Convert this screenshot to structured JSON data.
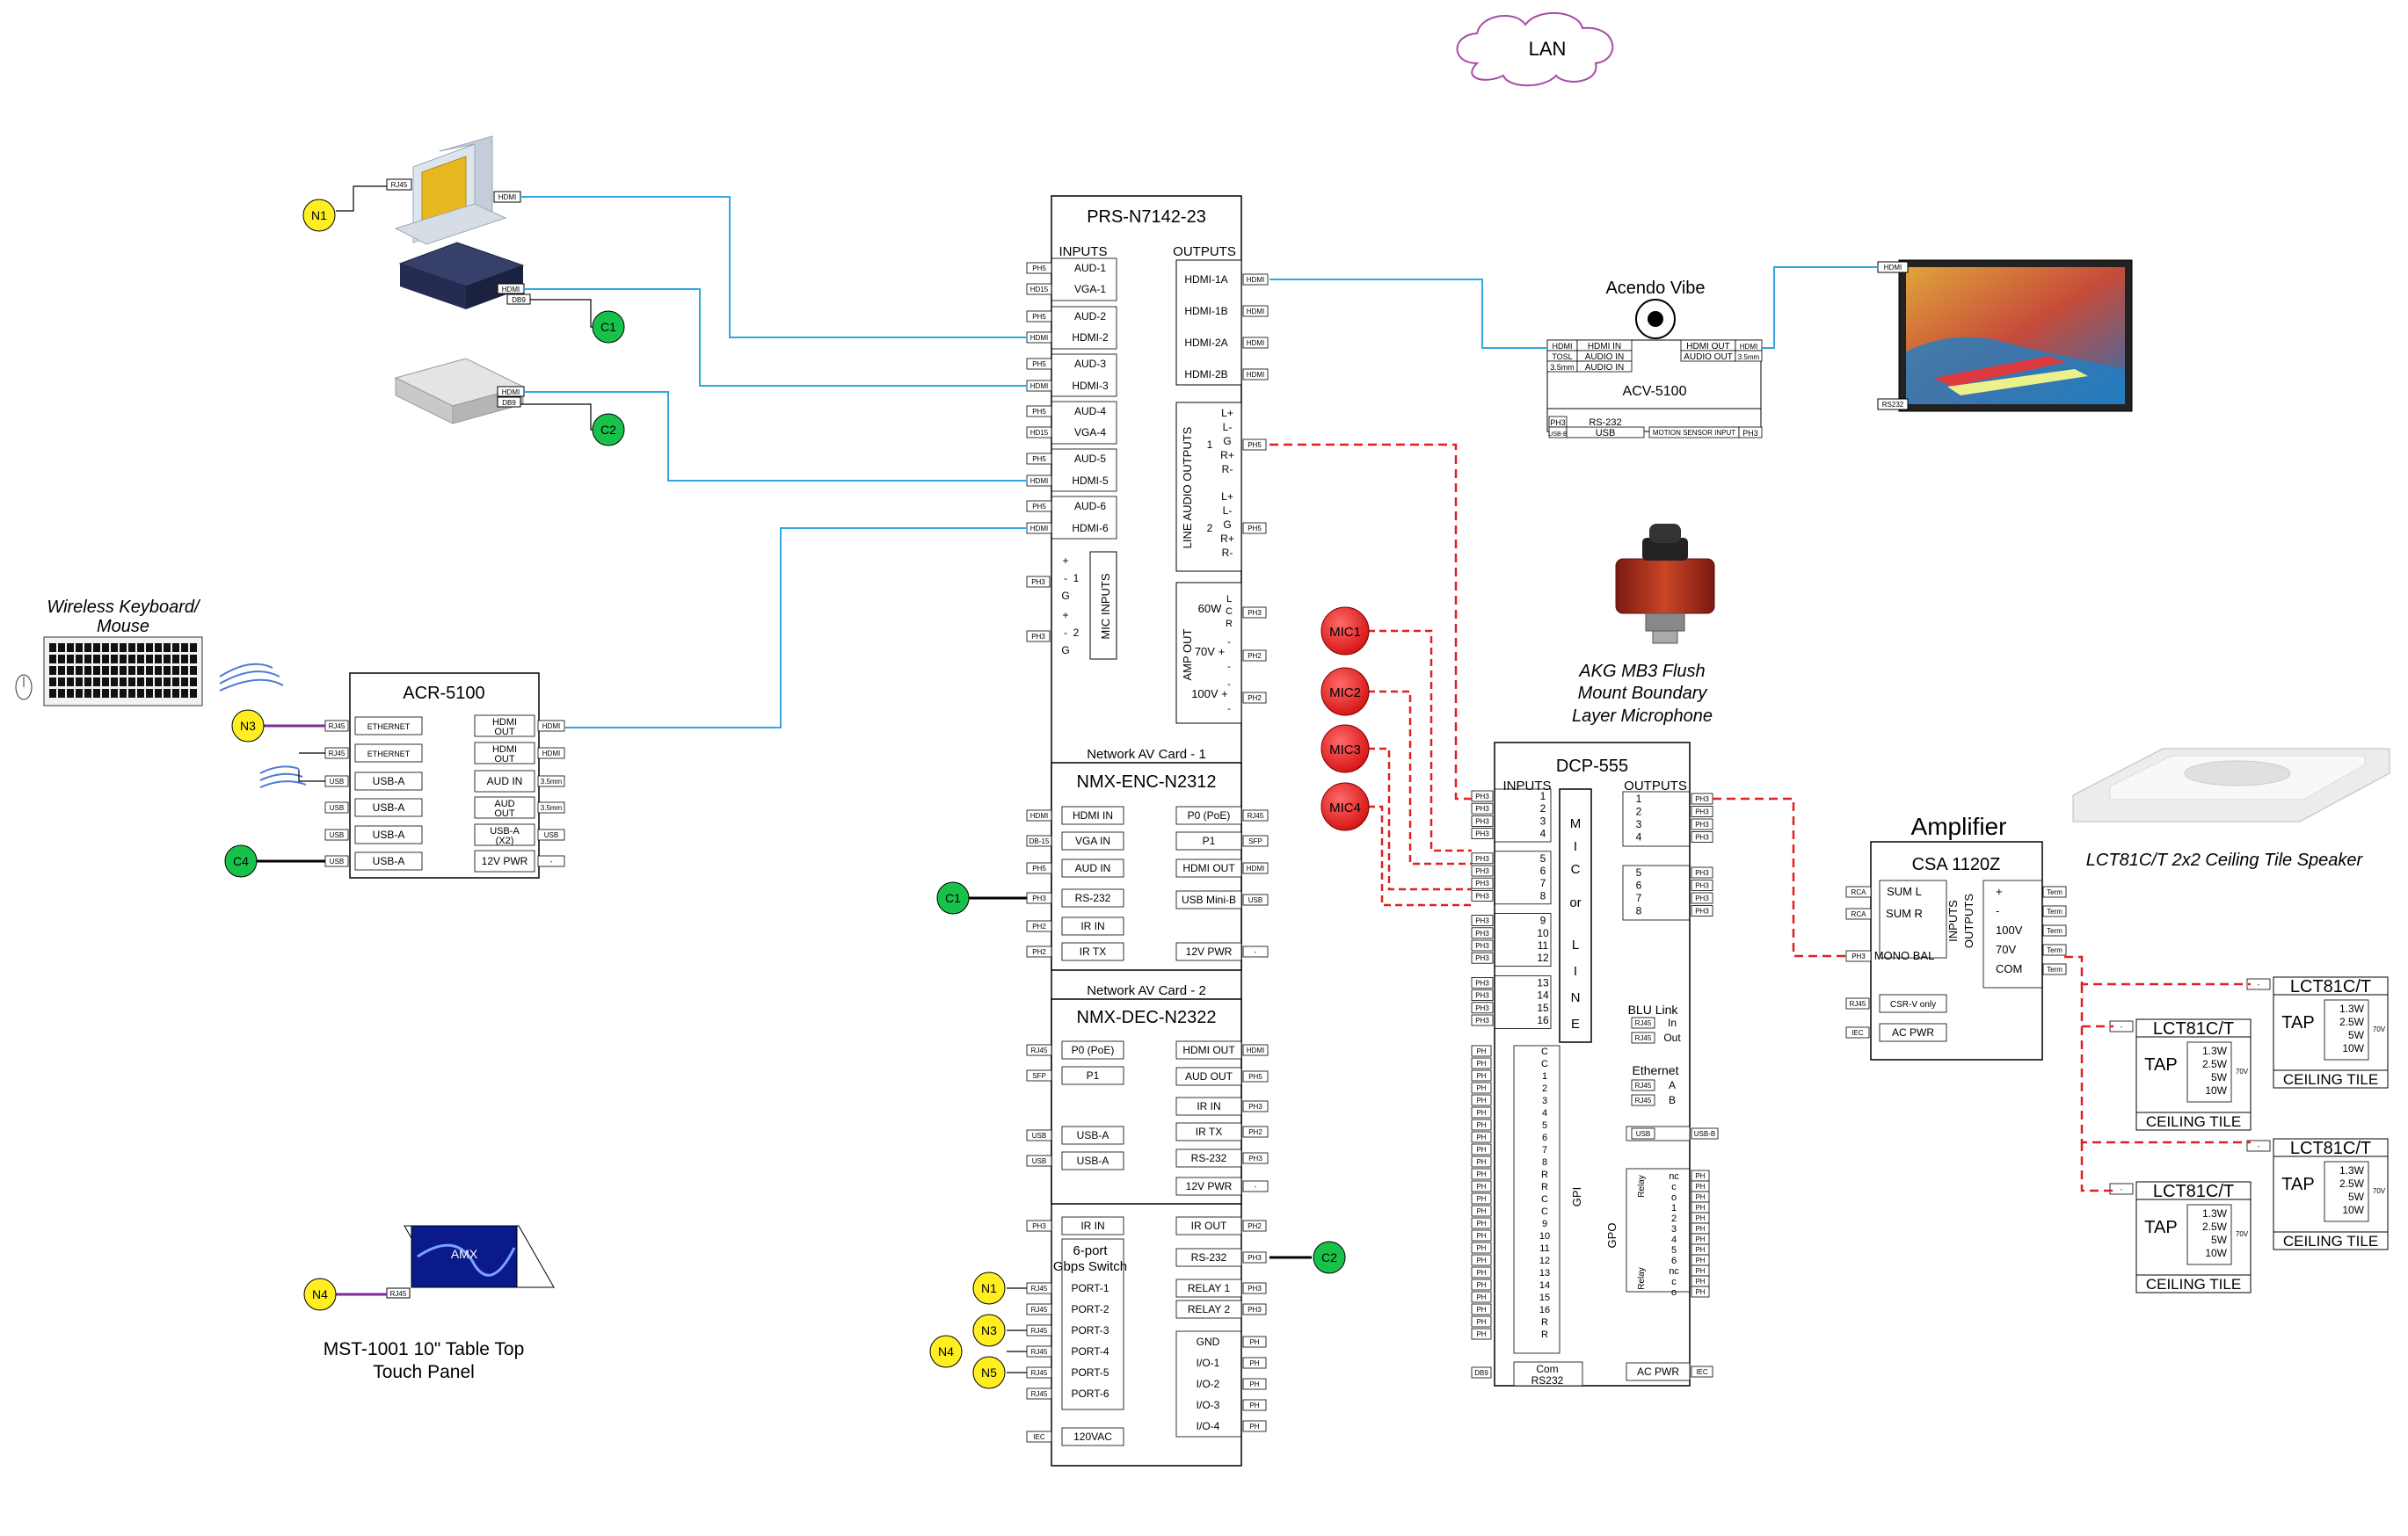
{
  "title_cloud": "LAN",
  "prs": {
    "name": "PRS-N7142-23",
    "inputs_label": "INPUTS",
    "outputs_label": "OUTPUTS",
    "inputs": [
      {
        "conn": "PH5",
        "label": "AUD-1"
      },
      {
        "conn": "HD15",
        "label": "VGA-1"
      },
      {
        "conn": "PH5",
        "label": "AUD-2"
      },
      {
        "conn": "HDMI",
        "label": "HDMI-2"
      },
      {
        "conn": "PH5",
        "label": "AUD-3"
      },
      {
        "conn": "HDMI",
        "label": "HDMI-3"
      },
      {
        "conn": "PH5",
        "label": "AUD-4"
      },
      {
        "conn": "HD15",
        "label": "VGA-4"
      },
      {
        "conn": "PH5",
        "label": "AUD-5"
      },
      {
        "conn": "HDMI",
        "label": "HDMI-5"
      },
      {
        "conn": "PH5",
        "label": "AUD-6"
      },
      {
        "conn": "HDMI",
        "label": "HDMI-6"
      }
    ],
    "outputs": [
      {
        "conn": "HDMI",
        "label": "HDMI-1A"
      },
      {
        "conn": "HDMI",
        "label": "HDMI-1B"
      },
      {
        "conn": "HDMI",
        "label": "HDMI-2A"
      },
      {
        "conn": "HDMI",
        "label": "HDMI-2B"
      }
    ],
    "line_audio_label": "LINE AUDIO OUTPUTS",
    "line_pins": [
      "L+",
      "L-",
      "G",
      "R+",
      "R-"
    ],
    "line_groups": [
      "1",
      "2"
    ],
    "amp_out_label": "AMP OUT",
    "amp_rows": [
      {
        "label": "60W",
        "pins": "L C R",
        "conn": "PH3"
      },
      {
        "label": "70V +",
        "pins": "-",
        "conn": "PH2"
      },
      {
        "label": "100V +",
        "pins": "-",
        "conn": "PH2"
      }
    ],
    "mic_inputs_label": "MIC INPUTS",
    "mic_rows": [
      {
        "conn": "PH3",
        "pins": "+ - G",
        "num": "1"
      },
      {
        "conn": "PH3",
        "pins": "+ - G",
        "num": "2"
      }
    ]
  },
  "enc": {
    "card_label": "Network AV Card - 1",
    "name": "NMX-ENC-N2312",
    "left": [
      {
        "conn": "HDMI",
        "label": "HDMI IN"
      },
      {
        "conn": "DB-15",
        "label": "VGA IN"
      },
      {
        "conn": "PH5",
        "label": "AUD IN"
      },
      {
        "conn": "PH3",
        "label": "RS-232"
      },
      {
        "conn": "PH2",
        "label": "IR IN"
      },
      {
        "conn": "PH2",
        "label": "IR TX"
      }
    ],
    "right": [
      {
        "conn": "RJ45",
        "label": "P0 (PoE)"
      },
      {
        "conn": "SFP",
        "label": "P1"
      },
      {
        "conn": "HDMI",
        "label": "HDMI OUT"
      },
      {
        "conn": "USB",
        "label": "USB Mini-B"
      },
      {
        "conn": "-",
        "label": "12V PWR"
      }
    ]
  },
  "dec": {
    "card_label": "Network AV Card - 2",
    "name": "NMX-DEC-N2322",
    "left": [
      {
        "conn": "RJ45",
        "label": "P0 (PoE)"
      },
      {
        "conn": "SFP",
        "label": "P1"
      },
      {
        "conn": "USB",
        "label": "USB-A"
      },
      {
        "conn": "USB",
        "label": "USB-A"
      }
    ],
    "right": [
      {
        "conn": "HDMI",
        "label": "HDMI OUT"
      },
      {
        "conn": "PH5",
        "label": "AUD OUT"
      },
      {
        "conn": "PH3",
        "label": "IR IN"
      },
      {
        "conn": "PH2",
        "label": "IR TX"
      },
      {
        "conn": "PH3",
        "label": "RS-232"
      },
      {
        "conn": "-",
        "label": "12V PWR"
      }
    ]
  },
  "base": {
    "ir_in": {
      "conn": "PH3",
      "label": "IR IN"
    },
    "switch_label_1": "6-port",
    "switch_label_2": "Gbps Switch",
    "ports": [
      "PORT-1",
      "PORT-2",
      "PORT-3",
      "PORT-4",
      "PORT-5",
      "PORT-6"
    ],
    "port_conn": "RJ45",
    "power": {
      "conn": "IEC",
      "label": "120VAC"
    },
    "right": [
      {
        "conn": "PH2",
        "label": "IR OUT"
      },
      {
        "conn": "PH3",
        "label": "RS-232"
      },
      {
        "conn": "PH3",
        "label": "RELAY 1"
      },
      {
        "conn": "PH3",
        "label": "RELAY 2"
      },
      {
        "conn": "PH",
        "label": "GND"
      },
      {
        "conn": "PH",
        "label": "I/O-1"
      },
      {
        "conn": "PH",
        "label": "I/O-2"
      },
      {
        "conn": "PH",
        "label": "I/O-3"
      },
      {
        "conn": "PH",
        "label": "I/O-4"
      }
    ]
  },
  "pc": {
    "rj45": "RJ45",
    "hdmi": "HDMI"
  },
  "cable_box": {
    "hdmi": "HDMI",
    "db9": "DB9"
  },
  "bluray": {
    "hdmi": "HDMI",
    "db9": "DB9"
  },
  "keyboard_label": [
    "Wireless Keyboard/",
    "Mouse"
  ],
  "acr": {
    "name": "ACR-5100",
    "left": [
      {
        "conn": "RJ45",
        "label": "ETHERNET"
      },
      {
        "conn": "RJ45",
        "label": "ETHERNET"
      },
      {
        "conn": "USB",
        "label": "USB-A"
      },
      {
        "conn": "USB",
        "label": "USB-A"
      },
      {
        "conn": "USB",
        "label": "USB-A"
      },
      {
        "conn": "USB",
        "label": "USB-A"
      }
    ],
    "right": [
      {
        "conn": "HDMI",
        "label": "HDMI OUT"
      },
      {
        "conn": "HDMI",
        "label": "HDMI OUT"
      },
      {
        "conn": "3.5mm",
        "label": "AUD IN"
      },
      {
        "conn": "3.5mm",
        "label": "AUD OUT"
      },
      {
        "conn": "USB",
        "label": "USB-A (X2)"
      },
      {
        "conn": "-",
        "label": "12V PWR"
      }
    ]
  },
  "touch_panel": {
    "rj45": "RJ45",
    "brand": "AMX",
    "label": [
      "MST-1001 10\" Table Top",
      "Touch Panel"
    ]
  },
  "acendo": {
    "title": "Acendo Vibe",
    "name": "ACV-5100",
    "rows_left": [
      {
        "conn": "HDMI",
        "label": "HDMI IN"
      },
      {
        "conn": "TOSL",
        "label": "AUDIO IN"
      },
      {
        "conn": "3.5mm",
        "label": "AUDIO IN"
      }
    ],
    "rows_right": [
      {
        "label": "HDMI OUT",
        "conn": "HDMI"
      },
      {
        "label": "AUDIO OUT",
        "conn": "3.5mm"
      }
    ],
    "rs232": {
      "conn": "PH3",
      "label": "RS-232"
    },
    "usb": {
      "conn": "USB-B",
      "label": "USB"
    },
    "motion": {
      "label": "MOTION SENSOR INPUT",
      "conn": "PH3"
    }
  },
  "display": {
    "hdmi": "HDMI",
    "rs232": "RS232"
  },
  "mic_device": {
    "label": [
      "AKG MB3 Flush",
      "Mount Boundary",
      "Layer Microphone"
    ]
  },
  "mics": [
    "MIC1",
    "MIC2",
    "MIC3",
    "MIC4"
  ],
  "dcp": {
    "name": "DCP-555",
    "inputs_label": "INPUTS",
    "outputs_label": "OUTPUTS",
    "mic_line": [
      "M",
      "I",
      "C",
      "or",
      "L",
      "I",
      "N",
      "E"
    ],
    "input_nums": [
      "1",
      "2",
      "3",
      "4",
      "5",
      "6",
      "7",
      "8",
      "9",
      "10",
      "11",
      "12",
      "13",
      "14",
      "15",
      "16"
    ],
    "output_nums": [
      "1",
      "2",
      "3",
      "4",
      "5",
      "6",
      "7",
      "8"
    ],
    "conn": "PH3",
    "gpi_label": "GPI",
    "gpi_pins": [
      "C",
      "C",
      "1",
      "2",
      "3",
      "4",
      "5",
      "6",
      "7",
      "8",
      "R",
      "R",
      "C",
      "C",
      "9",
      "10",
      "11",
      "12",
      "13",
      "14",
      "15",
      "16",
      "R",
      "R"
    ],
    "gpo_label": "GPO",
    "gpo_pins": [
      "nc",
      "c",
      "o",
      "1",
      "2",
      "3",
      "4",
      "5",
      "6",
      "nc",
      "c",
      "o"
    ],
    "relay_label": "Relay",
    "blu_label": "BLU Link",
    "blu": [
      {
        "conn": "RJ45",
        "label": "In"
      },
      {
        "conn": "RJ45",
        "label": "Out"
      }
    ],
    "eth_label": "Ethernet",
    "eth": [
      {
        "conn": "RJ45",
        "label": "A"
      },
      {
        "conn": "RJ45",
        "label": "B"
      }
    ],
    "usb": {
      "conn": "USB",
      "label": "USB-B"
    },
    "com": {
      "conn": "DB9",
      "label": "Com",
      "sub": "RS232"
    },
    "power": {
      "label": "AC PWR",
      "conn": "IEC"
    }
  },
  "amp": {
    "heading": "Amplifier",
    "name": "CSA 1120Z",
    "inputs_label": "INPUTS",
    "outputs_label": "OUTPUTS",
    "inputs": [
      {
        "conn": "RCA",
        "label": "SUM L"
      },
      {
        "conn": "RCA",
        "label": "SUM R"
      },
      {
        "conn": "PH3",
        "label": "MONO BAL"
      }
    ],
    "outputs": [
      "+",
      "-",
      "100V",
      "70V",
      "COM"
    ],
    "out_conn": "Term",
    "rj45": {
      "conn": "RJ45",
      "label": "CSR-V only"
    },
    "power": {
      "conn": "IEC",
      "label": "AC PWR"
    }
  },
  "ceiling_speaker": {
    "label": "LCT81C/T 2x2 Ceiling Tile Speaker"
  },
  "speakers": [
    {
      "name": "LCT81C/T",
      "tap": "TAP",
      "watts": [
        "1.3W",
        "2.5W",
        "5W",
        "10W"
      ],
      "volt": "70V",
      "tile": "CEILING TILE"
    },
    {
      "name": "LCT81C/T",
      "tap": "TAP",
      "watts": [
        "1.3W",
        "2.5W",
        "5W",
        "10W"
      ],
      "volt": "70V",
      "tile": "CEILING TILE"
    },
    {
      "name": "LCT81C/T",
      "tap": "TAP",
      "watts": [
        "1.3W",
        "2.5W",
        "5W",
        "10W"
      ],
      "volt": "70V",
      "tile": "CEILING TILE"
    },
    {
      "name": "LCT81C/T",
      "tap": "TAP",
      "watts": [
        "1.3W",
        "2.5W",
        "5W",
        "10W"
      ],
      "volt": "70V",
      "tile": "CEILING TILE"
    }
  ],
  "nodes": {
    "n1": "N1",
    "n3": "N3",
    "n4": "N4",
    "n5": "N5",
    "c1": "C1",
    "c2": "C2",
    "c4": "C4"
  }
}
